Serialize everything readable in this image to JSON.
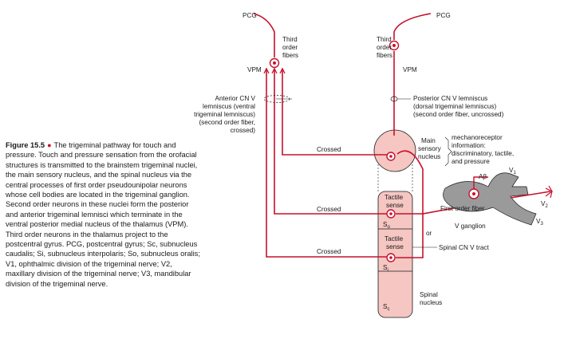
{
  "caption": {
    "figure_number": "Figure 15.5",
    "text": "The trigeminal pathway for touch and pressure. Touch and pressure sensation from the orofacial structures is transmitted to the brainstem trigeminal nuclei, the main sensory nucleus, and the spinal nucleus via the central processes of first order pseudounipolar neurons whose cell bodies are located in the trigeminal ganglion. Second order neurons in these nuclei form the posterior and anterior trigeminal lemnisci which terminate in the ventral posterior medial nucleus of the thalamus (VPM). Third order neurons in the thalamus project to the postcentral gyrus. PCG, postcentral gyrus; Sc, subnucleus caudalis; Si, subnucleus interpolaris; So, subnucleus oralis; V1, ophthalmic division of the trigeminal nerve; V2, maxillary division of the trigeminal nerve; V3, mandibular division of the trigeminal nerve."
  },
  "labels": {
    "pcg_left": "PCG",
    "pcg_right": "PCG",
    "third_order_left": [
      "Third",
      "order",
      "fibers"
    ],
    "third_order_right": [
      "Third",
      "order",
      "fibers"
    ],
    "vpm_left": "VPM",
    "vpm_right": "VPM",
    "anterior_lemniscus": [
      "Anterior CN V",
      "lemniscus (ventral",
      "trigeminal lemniscus)",
      "(second order fiber,",
      "crossed)"
    ],
    "posterior_lemniscus": [
      "Posterior CN V lemniscus",
      "(dorsal trigeminal lemniscus)",
      "(second order fiber, uncrossed)"
    ],
    "main_sensory_nucleus": [
      "Main",
      "sensory",
      "nucleus"
    ],
    "mechanoreceptor": [
      "mechanoreceptor",
      "information:",
      "discriminatory, tactile,",
      "and pressure"
    ],
    "crossed": [
      "Crossed",
      "Crossed",
      "Crossed"
    ],
    "tactile_sense_1": [
      "Tactile",
      "sense"
    ],
    "tactile_sense_2": [
      "Tactile",
      "sense"
    ],
    "s_o": "S",
    "s_o_sub": "o",
    "s_i": "S",
    "s_i_sub": "i",
    "s_c": "S",
    "s_c_sub": "c",
    "or": "or",
    "a_beta": "Aβ",
    "v1": "V",
    "v1_sub": "1",
    "v2": "V",
    "v2_sub": "2",
    "v3": "V",
    "v3_sub": "3",
    "first_order_fiber": "First order fiber",
    "v_ganglion": "V ganglion",
    "spinal_tract": "Spinal CN V tract",
    "spinal_nucleus": [
      "Spinal",
      "nucleus"
    ]
  },
  "colors": {
    "pathway_red": "#c8102e",
    "nucleus_fill": "#f5c6c2",
    "ganglion_gray": "#9a9a9a"
  }
}
